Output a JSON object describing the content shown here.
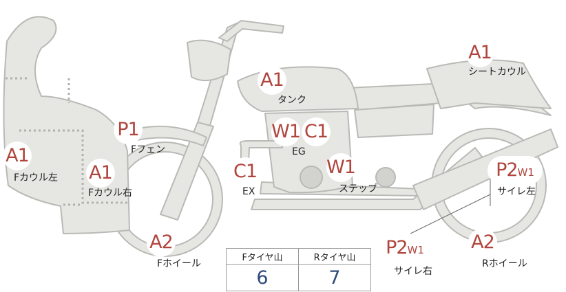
{
  "colors": {
    "grade": "#b0453d",
    "number": "#2f4a7a",
    "body": "#e6e6e3",
    "outline": "#b9b9b6"
  },
  "grades": {
    "tank": "A1",
    "seat_cowl": "A1",
    "f_fender": "P1",
    "f_cowl_left": "A1",
    "f_cowl_right": "A1",
    "eg_w": "W1",
    "eg_c": "C1",
    "ex": "C1",
    "step": "W1",
    "f_wheel": "A2",
    "r_wheel": "A2",
    "muffler_left_p": "P2",
    "muffler_left_w": "W1",
    "muffler_right_p": "P2",
    "muffler_right_w": "W1"
  },
  "labels": {
    "tank": "タンク",
    "seat_cowl": "シートカウル",
    "f_fender": "Fフェン",
    "f_cowl_left": "Fカウル左",
    "f_cowl_right": "Fカウル右",
    "eg": "EG",
    "ex": "EX",
    "step": "ステップ",
    "muffler_left": "サイレ左",
    "muffler_right": "サイレ右",
    "f_wheel": "Fホイール",
    "r_wheel": "Rホイール"
  },
  "tire_tread": {
    "headers": [
      "Fタイヤ山",
      "Rタイヤ山"
    ],
    "values": [
      "6",
      "7"
    ]
  }
}
